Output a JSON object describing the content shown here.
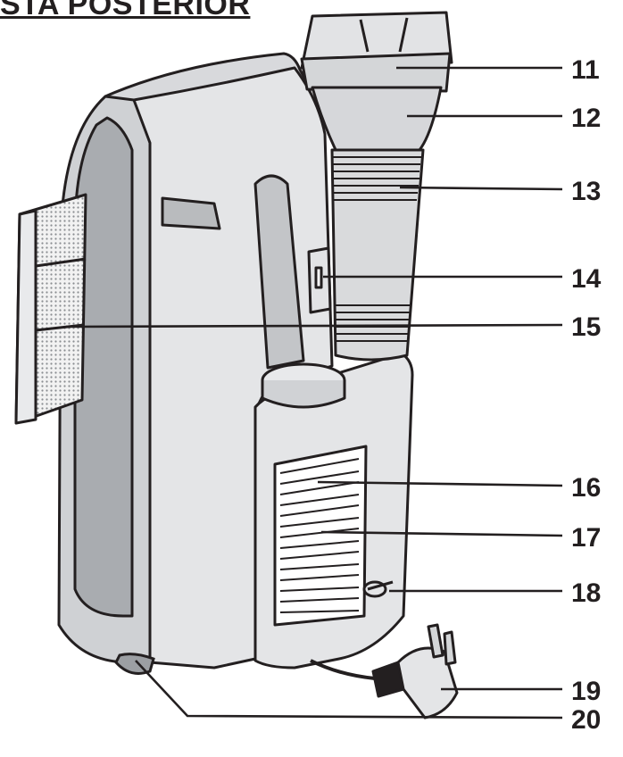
{
  "title": "STA POSTERIOR",
  "callouts": [
    {
      "id": "11",
      "label": "11"
    },
    {
      "id": "12",
      "label": "12"
    },
    {
      "id": "13",
      "label": "13"
    },
    {
      "id": "14",
      "label": "14"
    },
    {
      "id": "15",
      "label": "15"
    },
    {
      "id": "16",
      "label": "16"
    },
    {
      "id": "17",
      "label": "17"
    },
    {
      "id": "18",
      "label": "18"
    },
    {
      "id": "19",
      "label": "19"
    },
    {
      "id": "20",
      "label": "20"
    }
  ],
  "colors": {
    "ink": "#231f20",
    "body_light": "#e4e5e7",
    "body_mid": "#cfd1d4",
    "body_dark": "#a9acb0",
    "panel": "#c3c5c8"
  }
}
